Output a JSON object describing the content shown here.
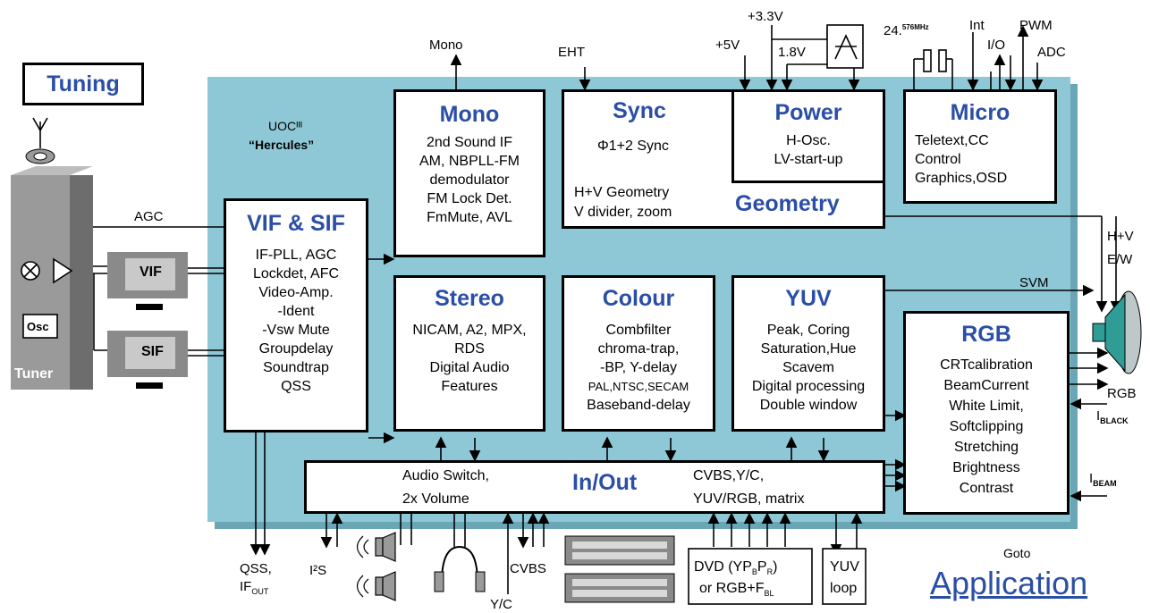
{
  "chip": {
    "name_line1": "UOCᴵᴵᴵ",
    "name_line2": "“Hercules”"
  },
  "tuning_button": "Tuning",
  "tuner_label": "Tuner",
  "osc_label": "Osc",
  "vif_filter": "VIF",
  "sif_filter": "SIF",
  "agc_label": "AGC",
  "blocks": {
    "vif_sif": {
      "title": "VIF & SIF",
      "lines": [
        "IF-PLL, AGC",
        "Lockdet, AFC",
        "Video-Amp.",
        "-Ident",
        "-Vsw Mute",
        "Groupdelay",
        "Soundtrap",
        "QSS"
      ]
    },
    "mono": {
      "title": "Mono",
      "lines": [
        "2nd Sound IF",
        "AM, NBPLL-FM",
        "demodulator",
        "FM Lock Det.",
        "FmMute, AVL"
      ]
    },
    "sync": {
      "title": "Sync",
      "lines": [
        "Φ1+2 Sync",
        "H+V Geometry",
        "V divider, zoom"
      ]
    },
    "power": {
      "title": "Power",
      "lines": [
        "H-Osc.",
        "LV-start-up"
      ]
    },
    "geometry": {
      "title": "Geometry"
    },
    "micro": {
      "title": "Micro",
      "lines": [
        "Teletext,CC",
        "Control",
        "Graphics,OSD"
      ]
    },
    "stereo": {
      "title": "Stereo",
      "lines": [
        "NICAM, A2, MPX,",
        "RDS",
        "Digital Audio",
        "Features"
      ]
    },
    "colour": {
      "title": "Colour",
      "lines": [
        "Combfilter",
        "chroma-trap,",
        "-BP, Y-delay",
        "PAL,NTSC,SECAM",
        "Baseband-delay"
      ]
    },
    "yuv": {
      "title": "YUV",
      "lines": [
        "Peak, Coring",
        "Saturation,Hue",
        "Scavem",
        "Digital processing",
        "Double window"
      ]
    },
    "rgb": {
      "title": "RGB",
      "lines": [
        "CRTcalibration",
        "BeamCurrent",
        "White Limit,",
        "Softclipping",
        "Stretching",
        "Brightness",
        "Contrast"
      ]
    },
    "inout": {
      "title": "In/Out",
      "audio_lines": [
        "Audio Switch,",
        "2x Volume"
      ],
      "video_lines": [
        "CVBS,Y/C,",
        "YUV/RGB,  matrix"
      ]
    }
  },
  "signals": {
    "mono_out": "Mono",
    "eht": "EHT",
    "v33": "+3.3V",
    "v5": "+5V",
    "v18": "1.8V",
    "crystal": "24.",
    "crystal_sup": "576MHz",
    "int": "Int",
    "io": "I/O",
    "pwm": "PWM",
    "adc": "ADC",
    "hv": "H+V",
    "ew": "E/W",
    "svm": "SVM",
    "rgb_out": "RGB",
    "iblack": "I",
    "iblack_sub": "BLACK",
    "ibeam": "I",
    "ibeam_sub": "BEAM",
    "qss": "QSS,",
    "if_out": "IF",
    "if_out_sub": "OUT",
    "i2s": "I²S",
    "cvbs": "CVBS",
    "yc": "Y/C"
  },
  "dvd_box": {
    "line1": "DVD (YP",
    "line1_sub1": "B",
    "line1_mid": "P",
    "line1_sub2": "R",
    "line1_end": ")",
    "line2": "or RGB+F",
    "line2_sub": "BL"
  },
  "yuv_loop": {
    "line1": "YUV",
    "line2": "loop"
  },
  "goto_label": "Goto",
  "application_link": "Application"
}
